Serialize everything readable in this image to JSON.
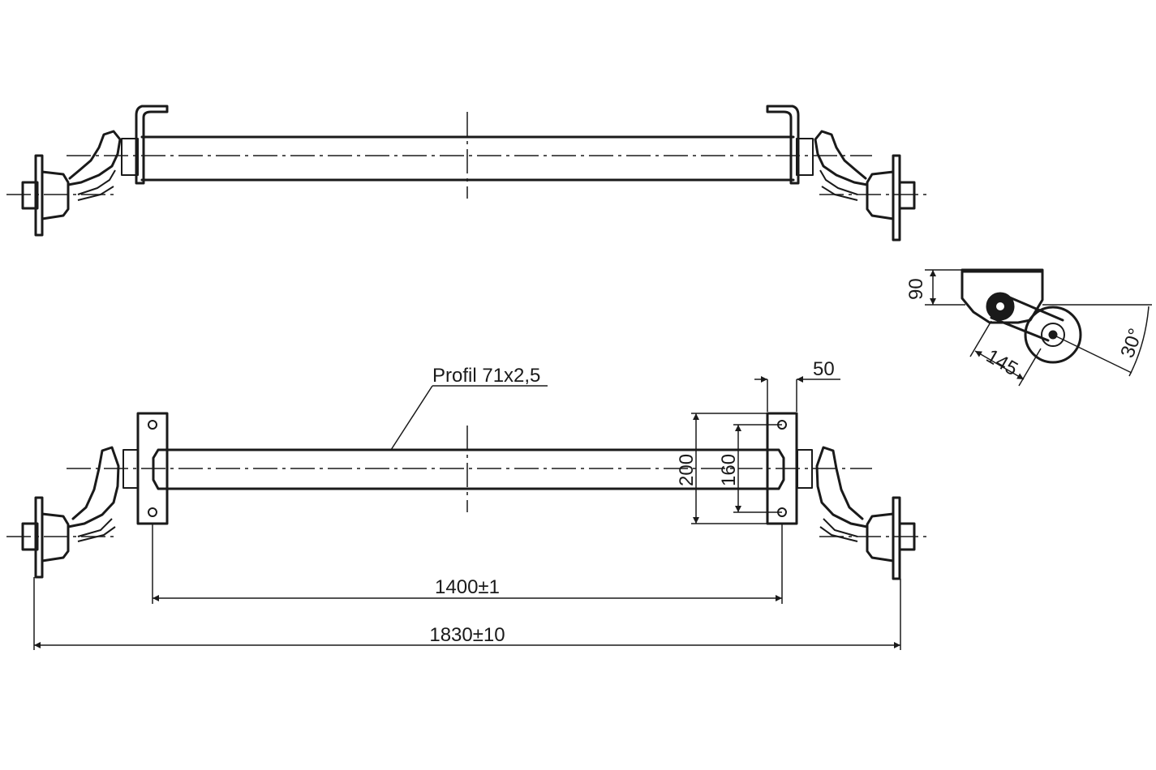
{
  "drawing": {
    "profile_label": "Profil 71x2,5",
    "dimensions": {
      "mount_width": "50",
      "bracket_height": "200",
      "hole_spacing": "160",
      "mount_spacing": "1400±1",
      "overall_width": "1830±10",
      "side_height": "90",
      "arm_length": "145",
      "arm_angle": "30°"
    }
  }
}
